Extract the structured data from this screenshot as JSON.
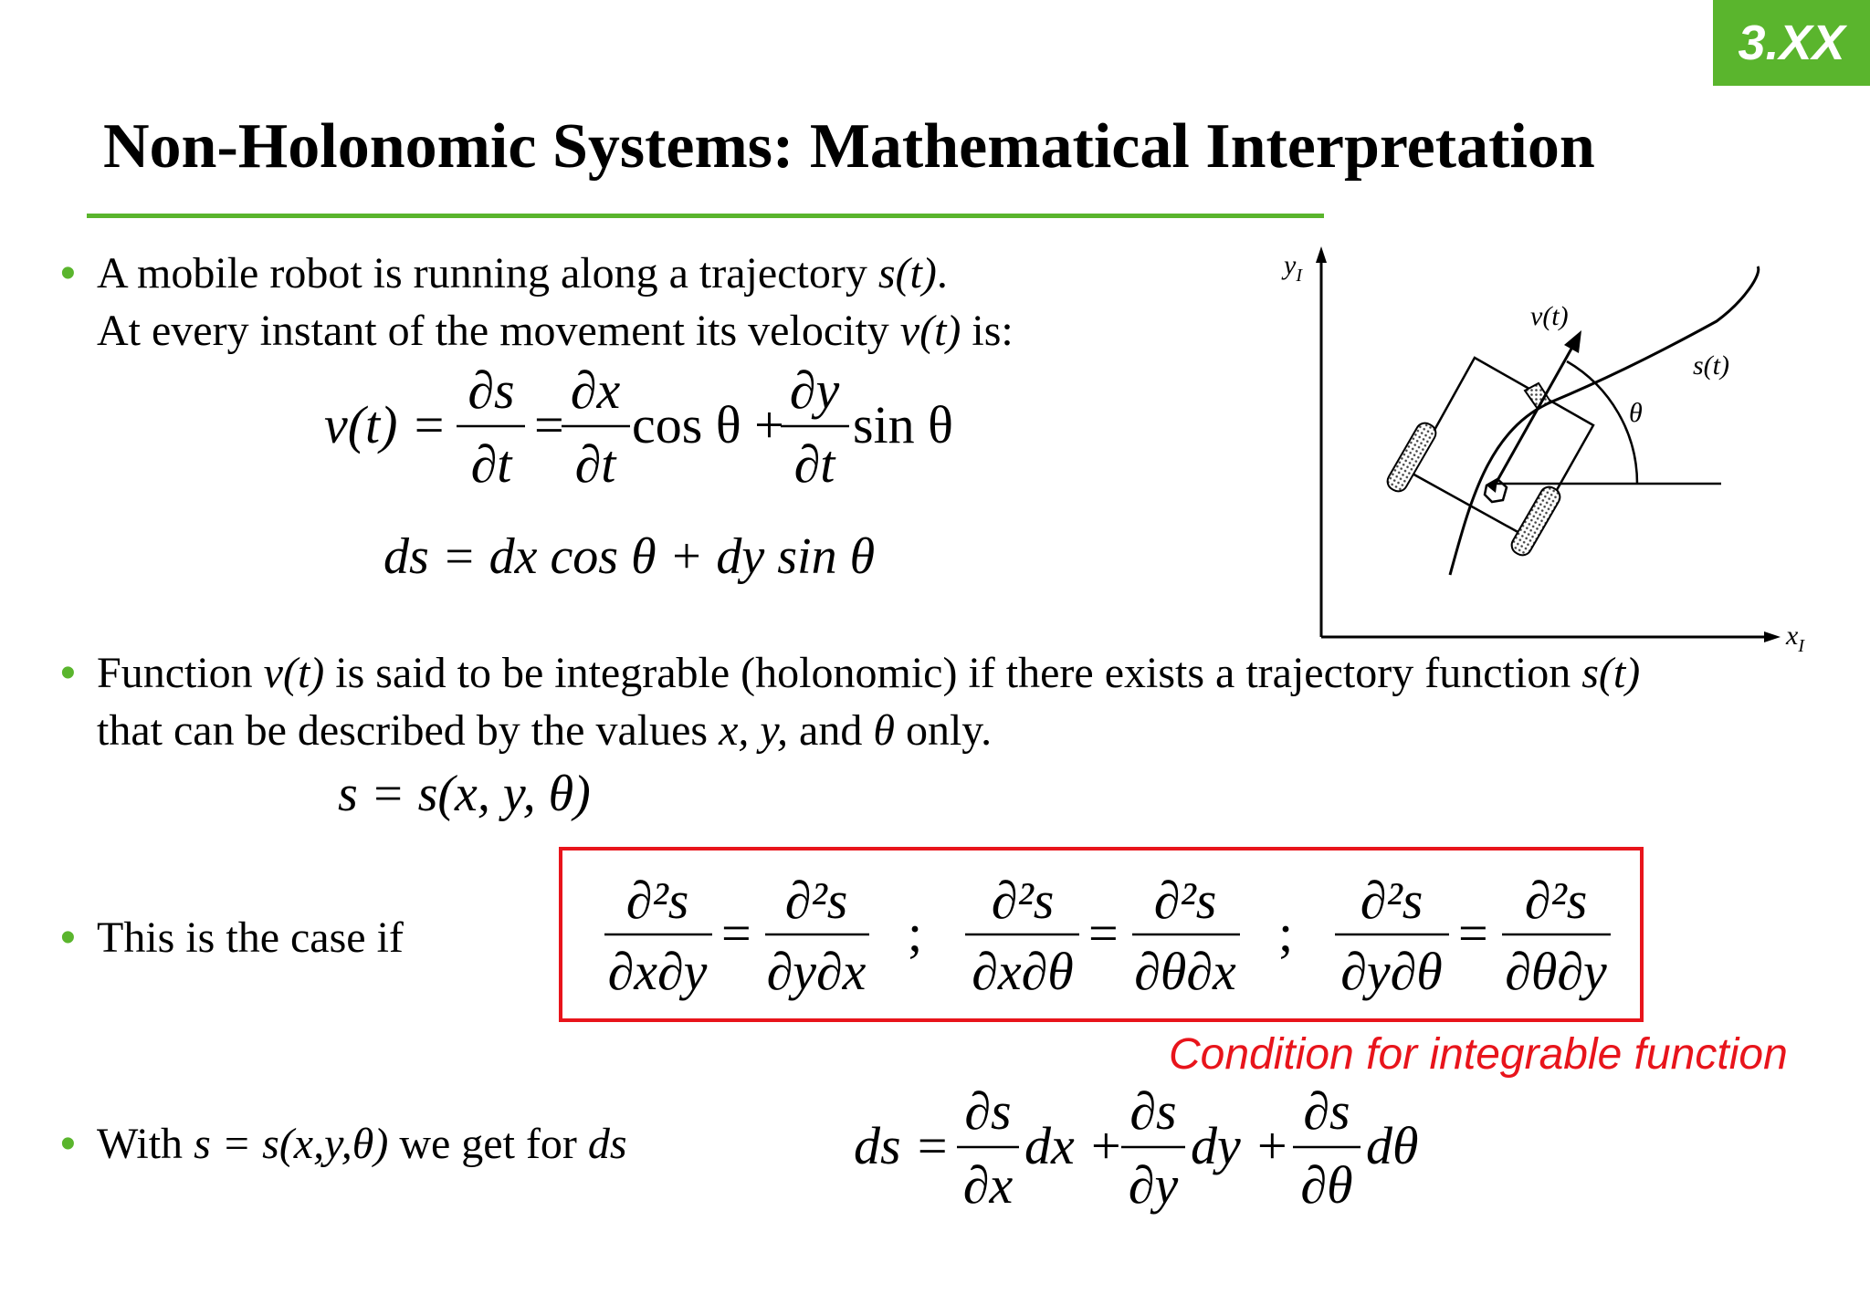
{
  "badge": "3.XX",
  "title": "Non-Holonomic Systems: Mathematical Interpretation",
  "bullet1": {
    "line1_a": "A mobile robot is running along a trajectory ",
    "line1_b": "s(t)",
    "line1_c": ".",
    "line2_a": "At every instant of the movement its velocity ",
    "line2_b": "v(t)",
    "line2_c": " is:"
  },
  "eq1": {
    "lhs": "v(t) =",
    "f1_num": "∂s",
    "f1_den": "∂t",
    "eq": "=",
    "f2_num": "∂x",
    "f2_den": "∂t",
    "cos": "cos θ +",
    "f3_num": "∂y",
    "f3_den": "∂t",
    "sin": "sin θ"
  },
  "eq2": "ds = dx cos θ + dy sin θ",
  "bullet2": {
    "line1_a": "Function ",
    "line1_b": "v(t)",
    "line1_c": " is said to be integrable (holonomic) if there exists a trajectory function ",
    "line1_d": "s(t)",
    "line2_a": "that can be described by the values ",
    "line2_b": "x, y,",
    "line2_c": " and ",
    "line2_d": "θ",
    "line2_e": " only."
  },
  "eq3": "s = s(x, y, θ)",
  "bullet3": "This is the case if",
  "condition": {
    "n": "∂²s",
    "d1": "∂x∂y",
    "d2": "∂y∂x",
    "d3": "∂x∂θ",
    "d4": "∂θ∂x",
    "d5": "∂y∂θ",
    "d6": "∂θ∂y",
    "eq": "=",
    "sep": ";"
  },
  "caption": "Condition for integrable function",
  "bullet4": {
    "a": "With ",
    "b": "s = s(x,y,θ)",
    "c": " we get for ",
    "d": "ds"
  },
  "eq4": {
    "lhs": "ds =",
    "num": "∂s",
    "d1": "∂x",
    "t1": "dx +",
    "d2": "∂y",
    "t2": "dy +",
    "d3": "∂θ",
    "t3": "dθ"
  },
  "diagram": {
    "y_axis": "y",
    "y_sub": "I",
    "x_axis": "x",
    "x_sub": "I",
    "velocity": "v(t)",
    "trajectory": "s(t)",
    "angle": "θ"
  },
  "colors": {
    "accent": "#5ab52d",
    "highlight": "#e8141b"
  }
}
